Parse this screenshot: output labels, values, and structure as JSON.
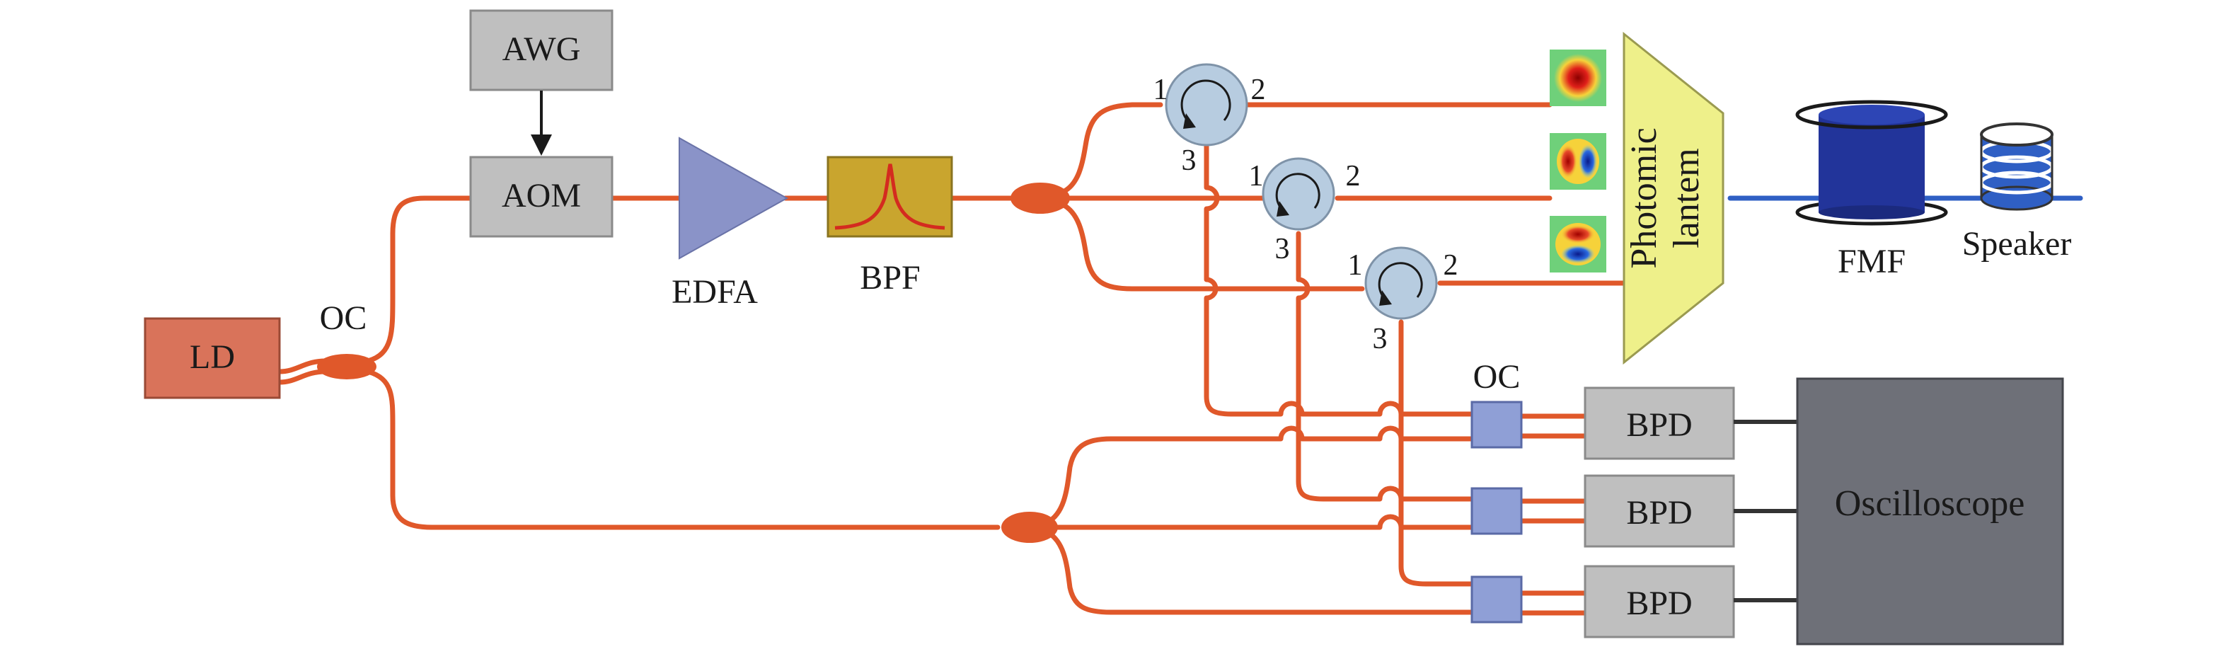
{
  "labels": {
    "awg": "AWG",
    "aom": "AOM",
    "ld": "LD",
    "oc_left": "OC",
    "edfa": "EDFA",
    "bpf": "BPF",
    "photonic_line1": "Photomic",
    "photonic_line2": "lantem",
    "fmf": "FMF",
    "speaker": "Speaker",
    "oc_right": "OC",
    "bpd1": "BPD",
    "bpd2": "BPD",
    "bpd3": "BPD",
    "oscilloscope": "Oscilloscope"
  },
  "circulators": [
    {
      "port1": "1",
      "port2": "2",
      "port3": "3"
    },
    {
      "port1": "1",
      "port2": "2",
      "port3": "3"
    },
    {
      "port1": "1",
      "port2": "2",
      "port3": "3"
    }
  ],
  "colors": {
    "fiber": "#e0582a",
    "fmf_fiber": "#2f5fc4",
    "ld": "#d9735a",
    "edfa": "#8a93c8",
    "bpf": "#c9a52e",
    "photonic_lantern": "#eef08a",
    "oscilloscope": "#6e7078",
    "coupler_small": "#8f9fd6"
  }
}
